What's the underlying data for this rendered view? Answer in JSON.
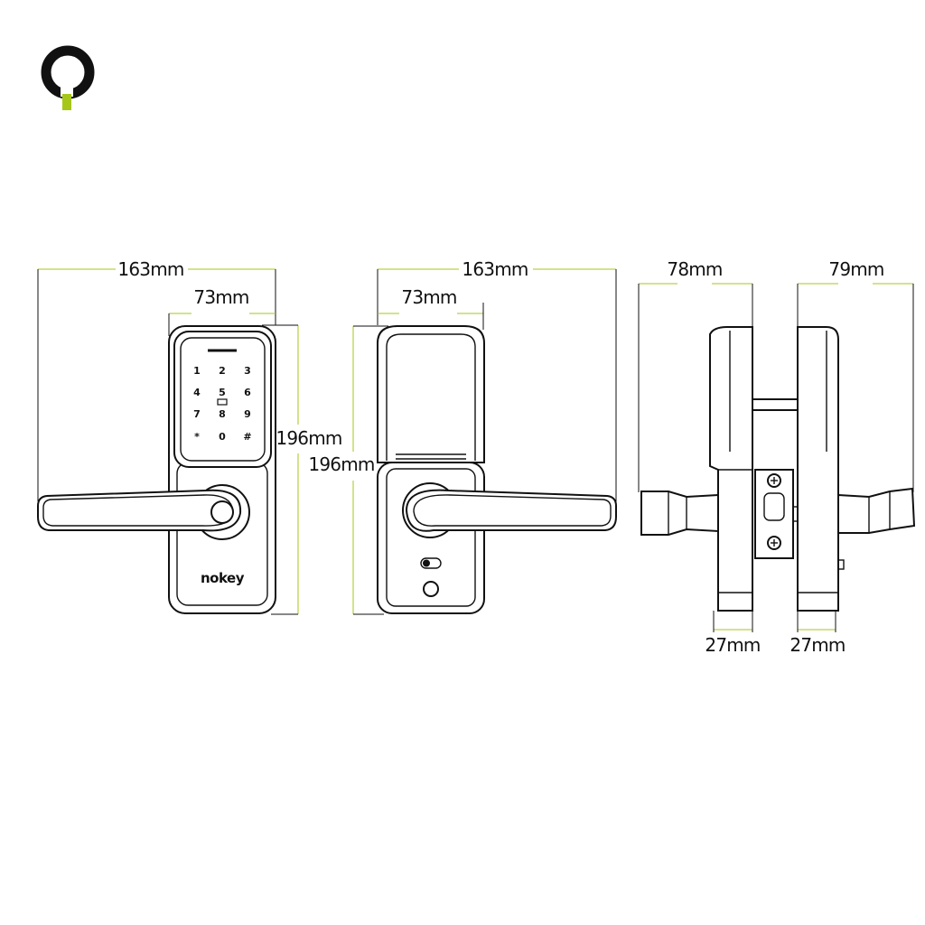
{
  "colors": {
    "accent": "#a6c719",
    "line": "#111111",
    "background": "#ffffff"
  },
  "logo": {
    "icon": "keyhole-logo-icon"
  },
  "front_view": {
    "width_label": "163mm",
    "plate_width_label": "73mm",
    "height_label": "196mm",
    "keypad_keys": [
      "1",
      "2",
      "3",
      "4",
      "5",
      "6",
      "7",
      "8",
      "9",
      "*",
      "0",
      "#"
    ],
    "brand": "nokey"
  },
  "back_view": {
    "width_label": "163mm",
    "plate_width_label": "73mm",
    "height_label": "196mm"
  },
  "side_view": {
    "left_depth_label": "78mm",
    "right_depth_label": "79mm",
    "left_plate_label": "27mm",
    "right_plate_label": "27mm"
  }
}
